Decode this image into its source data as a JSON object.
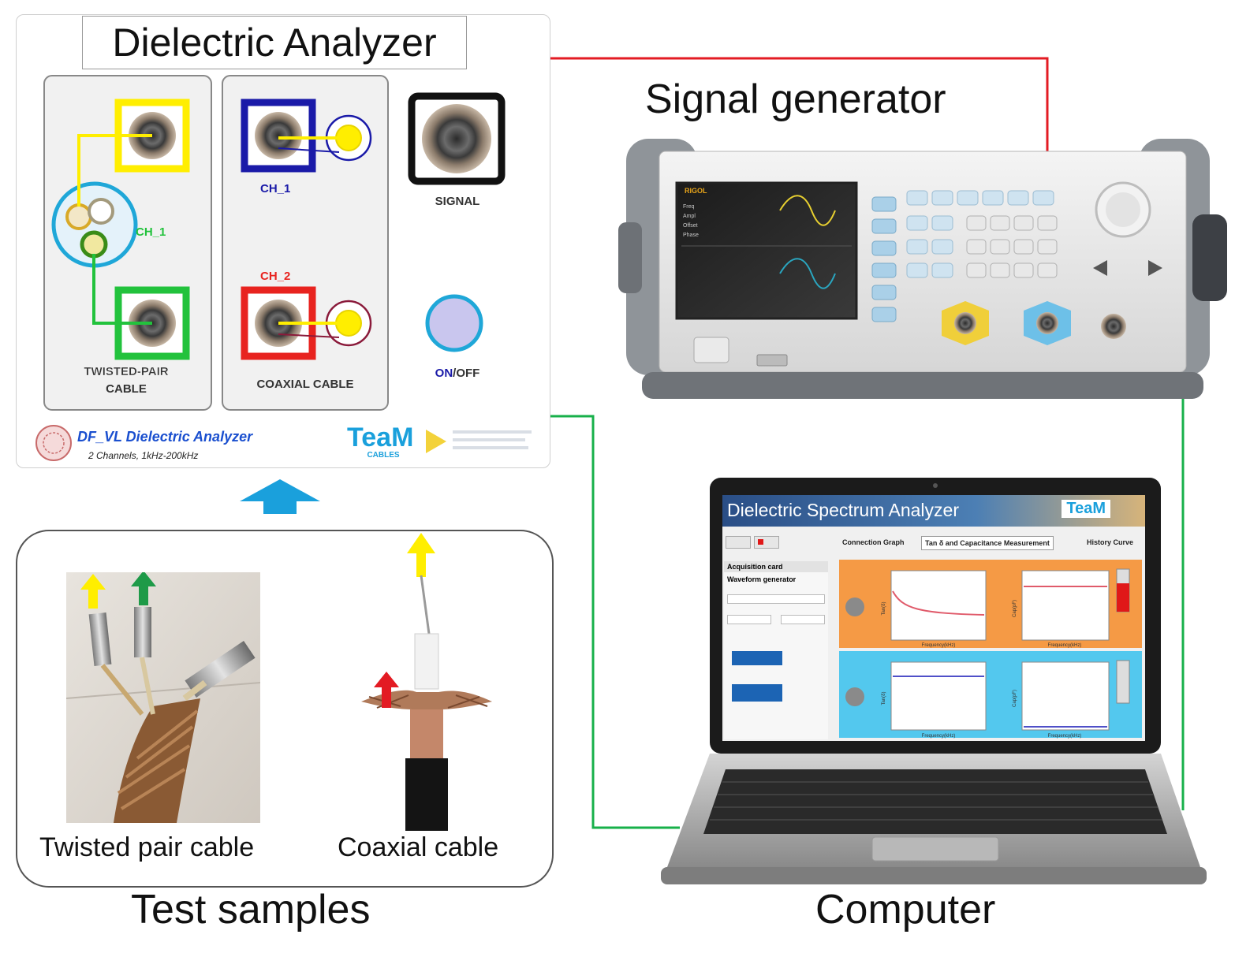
{
  "analyzer": {
    "title": "Dielectric Analyzer",
    "twisted_ch": "CH_1",
    "twisted_label_1": "TWISTED-PAIR",
    "twisted_label_2": "CABLE",
    "coax_ch1": "CH_1",
    "coax_ch2": "CH_2",
    "coax_label": "COAXIAL CABLE",
    "signal_label": "SIGNAL",
    "on_label": "ON",
    "off_label": "/OFF",
    "footer_title": "DF_VL Dielectric Analyzer",
    "footer_sub": "2 Channels, 1kHz-200kHz",
    "logo_text": "TeaM",
    "logo_sub": "CABLES"
  },
  "signal_generator": {
    "title": "Signal generator",
    "brand": "RIGOL",
    "screen_rows": [
      "Freq",
      "Ampl",
      "Offset",
      "Phase"
    ]
  },
  "computer": {
    "title": "Computer",
    "app_title": "Dielectric Spectrum Analyzer",
    "logo_text": "TeaM",
    "tabs": [
      "Connection Graph",
      "Tan δ and Capacitance Measurement",
      "History Curve"
    ],
    "side_headers": [
      "Acquisition card",
      "Waveform generator"
    ],
    "xlabel": "Frequency(kHz)",
    "ylabel_top": "Tan(δ)",
    "ylabel_right": "Cap(pF)"
  },
  "samples": {
    "title": "Test samples",
    "twisted_label": "Twisted pair cable",
    "coax_label": "Coaxial cable"
  },
  "colors": {
    "red_wire": "#e31b23",
    "green_wire": "#17b04a",
    "arrow_blue": "#1aa0dc",
    "yellow": "#ffee00",
    "green": "#22c23c",
    "blue": "#1a1aa8",
    "red": "#e8231f"
  }
}
